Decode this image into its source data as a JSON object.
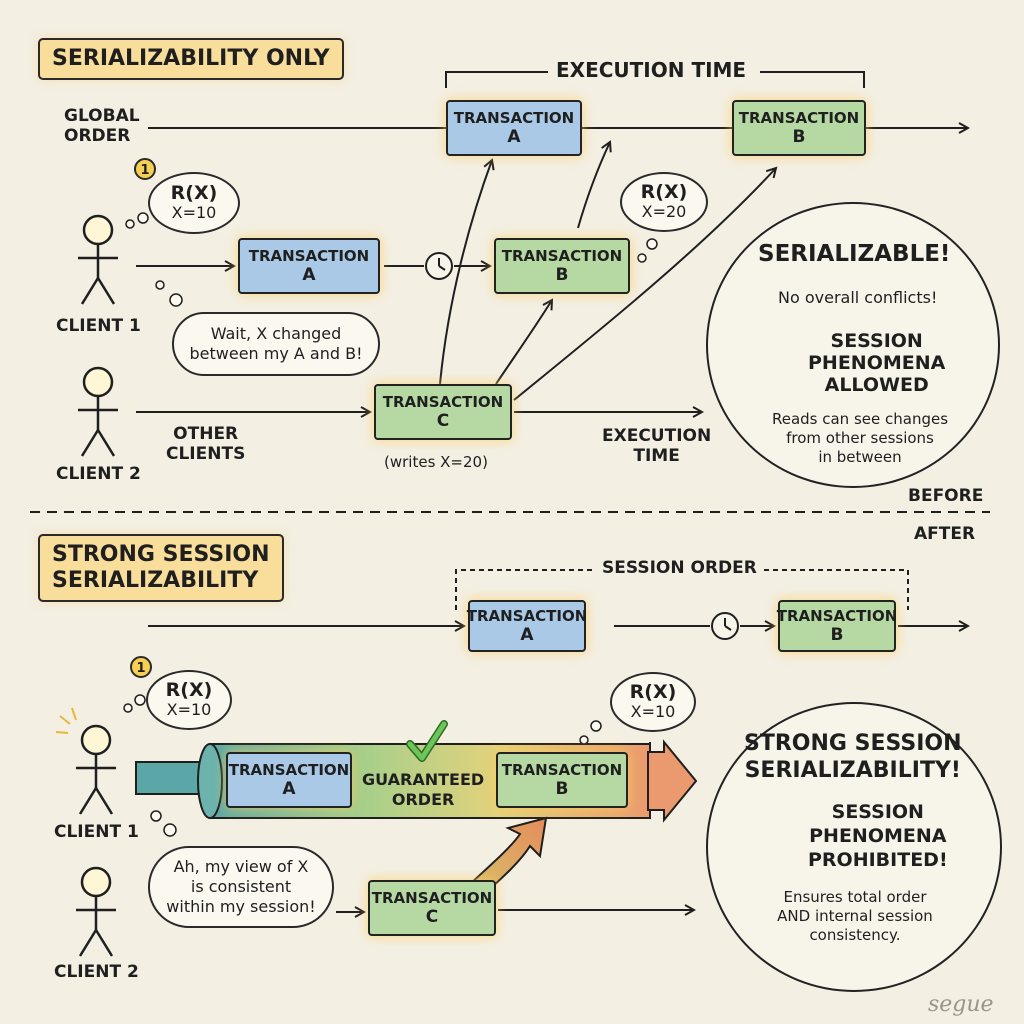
{
  "top": {
    "title": "SERIALIZABILITY ONLY",
    "execution_time_brace": "EXECUTION TIME",
    "global_order_label": [
      "GLOBAL",
      "ORDER"
    ],
    "global_tx_a": {
      "label": "TRANSACTION",
      "name": "A"
    },
    "global_tx_b": {
      "label": "TRANSACTION",
      "name": "B"
    },
    "client1_label": "CLIENT 1",
    "client2_label": "CLIENT 2",
    "other_clients": [
      "OTHER",
      "CLIENTS"
    ],
    "step_badge": "1",
    "read1": {
      "op": "R(X)",
      "value": "X=10"
    },
    "read2": {
      "op": "R(X)",
      "value": "X=20"
    },
    "client_tx_a": {
      "label": "TRANSACTION",
      "name": "A"
    },
    "client_tx_b": {
      "label": "TRANSACTION",
      "name": "B"
    },
    "client_tx_c": {
      "label": "TRANSACTION",
      "name": "C"
    },
    "writes_note": "(writes X=20)",
    "thought": [
      "Wait, X changed",
      "between my A and B!"
    ],
    "execution_time_label": [
      "EXECUTION",
      "TIME"
    ],
    "verdict": {
      "heading": "SERIALIZABLE!",
      "ok_text": "No overall conflicts!",
      "bad_text": [
        "SESSION",
        "PHENOMENA",
        "ALLOWED"
      ],
      "note": [
        "Reads can see changes",
        "from other sessions",
        "in between"
      ]
    }
  },
  "divider": {
    "before": "BEFORE",
    "after": "AFTER"
  },
  "bottom": {
    "title": [
      "STRONG SESSION",
      "SERIALIZABILITY"
    ],
    "session_order_brace": "SESSION ORDER",
    "order_tx_a": {
      "label": "TRANSACTION",
      "name": "A"
    },
    "order_tx_b": {
      "label": "TRANSACTION",
      "name": "B"
    },
    "step_badge": "1",
    "read1": {
      "op": "R(X)",
      "value": "X=10"
    },
    "read2": {
      "op": "R(X)",
      "value": "X=10"
    },
    "pipe_tx_a": {
      "label": "TRANSACTION",
      "name": "A"
    },
    "pipe_tx_b": {
      "label": "TRANSACTION",
      "name": "B"
    },
    "guaranteed": [
      "GUARANTEED",
      "ORDER"
    ],
    "client1_label": "CLIENT 1",
    "client2_label": "CLIENT 2",
    "thought": [
      "Ah, my view of X",
      "is consistent",
      "within my session!"
    ],
    "client_tx_c": {
      "label": "TRANSACTION",
      "name": "C"
    },
    "verdict": {
      "heading": [
        "STRONG SESSION",
        "SERIALIZABILITY!"
      ],
      "ok_text": [
        "SESSION",
        "PHENOMENA",
        "PROHIBITED!"
      ],
      "note": [
        "Ensures total order",
        "AND internal session",
        "consistency."
      ]
    }
  },
  "signature": "segue",
  "colors": {
    "tx_blue": "#a9c9e6",
    "tx_green": "#b6d9a3",
    "title_yellow": "#f8dd9b",
    "check_green": "#5cb54a",
    "cross_red": "#e0665a"
  }
}
